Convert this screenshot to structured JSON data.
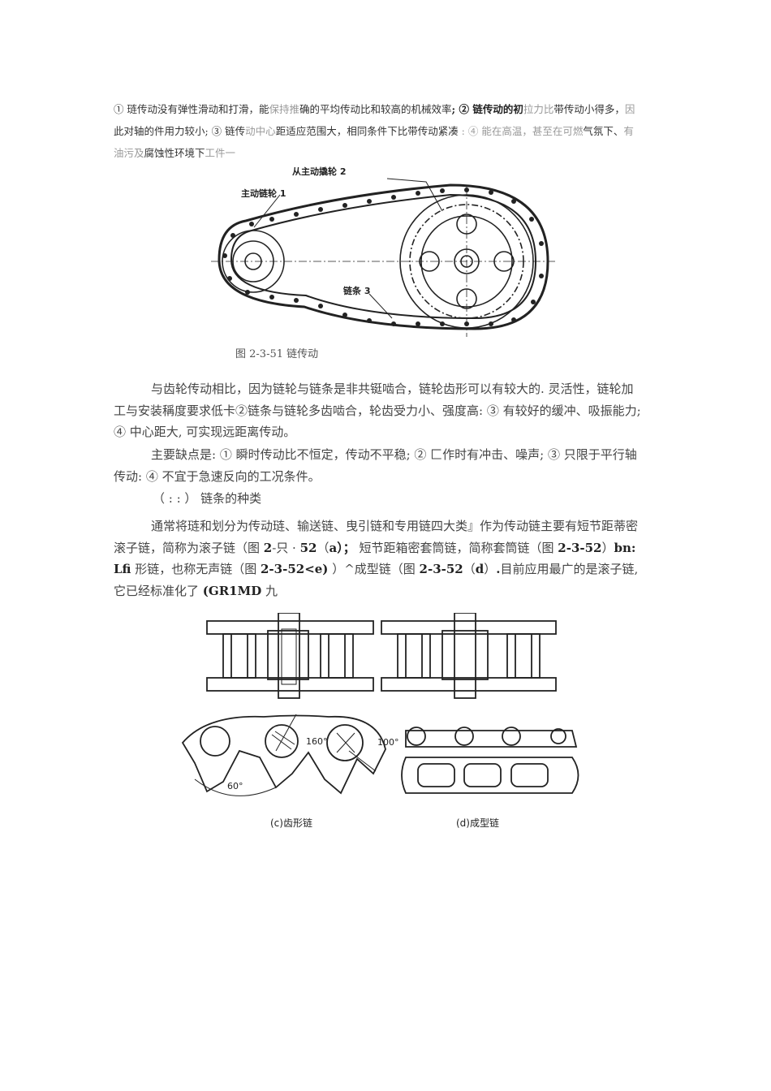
{
  "intro": {
    "s1": "① 琏传动没有弹性滑动和打滑，能",
    "s2": "保持推",
    "s3": "确的平均传动比和较高的机械效率",
    "s4": "; ② 链传动的初",
    "s5": "拉力比",
    "s6": "带传动小得多，",
    "s7": "因",
    "s8": "此对轴的件用力较小; ③ 链传",
    "s9": "动中心",
    "s10": "距适应范围大，相同条件下比带传动紧凑",
    "s11": " : ④ 能在高温，甚至在可燃",
    "s12": "气氛下、",
    "s13": "有",
    "s14": "油污及",
    "s15": "腐蚀性环境下",
    "s16": "工件一"
  },
  "figure1": {
    "label_top": "从主动撬轮 2",
    "label_left": "主动链轮 1",
    "label_chain": "链条 3",
    "caption": "图 2-3-51 链传动"
  },
  "para_advantages": {
    "text": "与齿轮传动相比，因为链轮与链条是非共铤啮合，链轮齿形可以有较大的. 灵活性，链轮加工与安装稱度要求低卡②链条与链轮多齿啮合，轮齿受力小、强度高: ③ 有较好的缓冲、吸振能力; ④ 中心距大, 可实现远距离传动。"
  },
  "para_disadvantages": {
    "text": "主要缺点是: ① 瞬时传动比不恒定，传动不平稳; ② 匚作时有冲击、噪声; ③ 只限于平行轴传动: ④ 不宜于急速反向的工况条件。"
  },
  "section_heading": {
    "text": "（ : : ） 链条的种类"
  },
  "para_types": {
    "t1": "通常将琏和划分为传动琏、输送链、曳引链和专用链四大类』作为传动链主要有短节距蒂密滚子链，简称为滚子链（图 ",
    "t2": "2",
    "t3": "-只 · ",
    "t4": "52",
    "t5": "（",
    "t6": "a",
    "t7": "）；",
    "t8": " 短节距箱密套筒链，简称套筒链（图 ",
    "t9": "2-3-52",
    "t10": "）",
    "t11": "bn:  Lfi",
    "t12": " 形链，也称无声链（图 ",
    "t13": "2-3-52<e)",
    "t14": " ）^成型链（图 ",
    "t15": "2-3-52",
    "t16": "（",
    "t17": "d",
    "t18": "）",
    "t19": ".",
    "t20": "目前应用最广的是滚子链, 它已经标准化了  ",
    "t21": "(GR1MD",
    "t22": " 九"
  },
  "figure2": {
    "label_c": "(c)齿形链",
    "label_d": "(d)成型链",
    "angle_60": "60°",
    "angle_160": "160°",
    "angle_100": "100°"
  }
}
